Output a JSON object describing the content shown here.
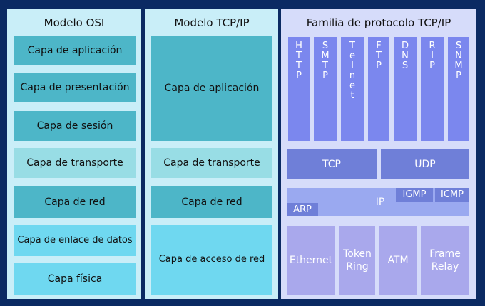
{
  "osi": {
    "title": "Modelo OSI",
    "layers": [
      "Capa de aplicación",
      "Capa de presentación",
      "Capa de sesión",
      "Capa de transporte",
      "Capa de red",
      "Capa de enlace de datos",
      "Capa física"
    ]
  },
  "tcpip": {
    "title": "Modelo TCP/IP",
    "layers": [
      "Capa de aplicación",
      "Capa de transporte",
      "Capa de red",
      "Capa de acceso de red"
    ]
  },
  "family": {
    "title": "Familia de protocolo TCP/IP",
    "application": [
      "HTTP",
      "SMTP",
      "Telnet",
      "FTP",
      "DNS",
      "RIP",
      "SNMP"
    ],
    "transport": [
      "TCP",
      "UDP"
    ],
    "network": {
      "ip": "IP",
      "igmp": "IGMP",
      "icmp": "ICMP",
      "arp": "ARP"
    },
    "link": [
      "Ethernet",
      "Token Ring",
      "ATM",
      "Frame Relay"
    ]
  }
}
